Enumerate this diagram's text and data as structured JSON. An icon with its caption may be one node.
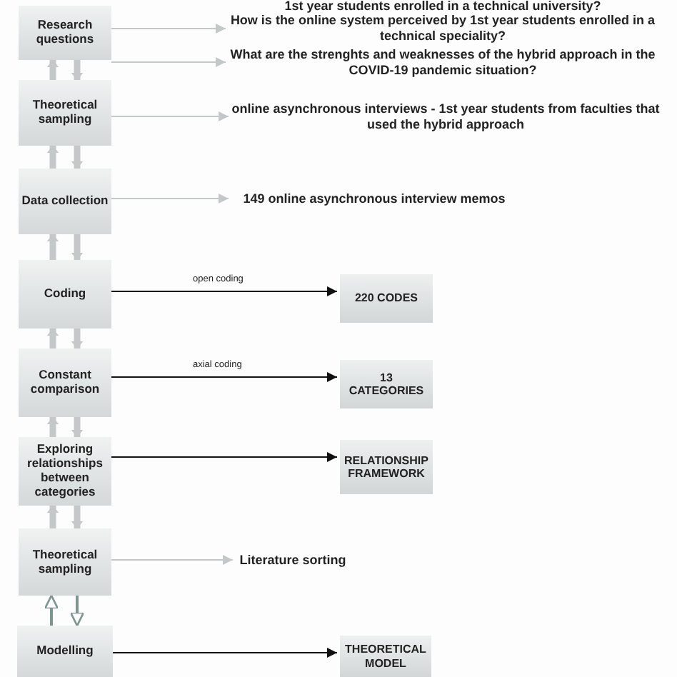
{
  "diagram": {
    "nodes": [
      {
        "text": [
          "Research questions"
        ]
      },
      {
        "text": [
          "Theoretical sampling"
        ]
      },
      {
        "text": [
          "Data collection"
        ]
      },
      {
        "text": [
          "Coding"
        ]
      },
      {
        "text": [
          "Constant comparison"
        ]
      },
      {
        "text": [
          "Exploring relationships between categories"
        ]
      },
      {
        "text": [
          "Theoretical sampling"
        ]
      },
      {
        "text": [
          "Modelling"
        ]
      },
      {
        "text": [
          "How is the online system perceived by 1st year students enrolled in a technical speciality?"
        ]
      },
      {
        "text": [
          "What are the strenghts and weaknesses of the hybrid approach in the COVID-19 pandemic situation?"
        ]
      },
      {
        "text": [
          "online asynchronous interviews - 1st year students from faculties that used the hybrid approach"
        ]
      },
      {
        "text": [
          "149 online asynchronous interview memos"
        ]
      },
      {
        "text": [
          "220 CODES"
        ]
      },
      {
        "text": [
          "13 CATEGORIES"
        ]
      },
      {
        "text": [
          "RELATIONSHIP FRAMEWORK"
        ]
      },
      {
        "text": [
          "Literature sorting"
        ]
      },
      {
        "text": [
          "THEORETICAL MODEL"
        ]
      }
    ],
    "edges": [
      {
        "from": 1,
        "to": 0,
        "arrow": "to"
      },
      {
        "from": 0,
        "to": 1,
        "arrow": "to"
      },
      {
        "from": 2,
        "to": 1,
        "arrow": "to"
      },
      {
        "from": 1,
        "to": 2,
        "arrow": "to"
      },
      {
        "from": 3,
        "to": 2,
        "arrow": "to"
      },
      {
        "from": 2,
        "to": 3,
        "arrow": "to"
      },
      {
        "from": 4,
        "to": 3,
        "arrow": "to"
      },
      {
        "from": 3,
        "to": 4,
        "arrow": "to"
      },
      {
        "from": 5,
        "to": 4,
        "arrow": "to"
      },
      {
        "from": 4,
        "to": 5,
        "arrow": "to"
      },
      {
        "from": 6,
        "to": 5,
        "arrow": "to"
      },
      {
        "from": 5,
        "to": 6,
        "arrow": "to"
      },
      {
        "from": 7,
        "to": 6,
        "arrow": "to",
        "color": "#7f9590"
      },
      {
        "from": 6,
        "to": 7,
        "arrow": "to",
        "color": "#7f9590"
      },
      {
        "from": 0,
        "to": 8,
        "arrow": "to"
      },
      {
        "from": 0,
        "to": 9,
        "arrow": "to"
      },
      {
        "from": 1,
        "to": 10,
        "arrow": "to"
      },
      {
        "from": 2,
        "to": 11,
        "arrow": "to"
      },
      {
        "from": 3,
        "to": 12,
        "arrow": "to",
        "label": "open coding",
        "color": "#111111"
      },
      {
        "from": 4,
        "to": 13,
        "arrow": "to",
        "label": "axial coding",
        "color": "#111111"
      },
      {
        "from": 5,
        "to": 14,
        "arrow": "to",
        "color": "#111111"
      },
      {
        "from": 6,
        "to": 15,
        "arrow": "to"
      },
      {
        "from": 7,
        "to": 16,
        "arrow": "to",
        "color": "#111111"
      }
    ],
    "labels": [
      "1st year students enrolled in a technical university?"
    ]
  }
}
